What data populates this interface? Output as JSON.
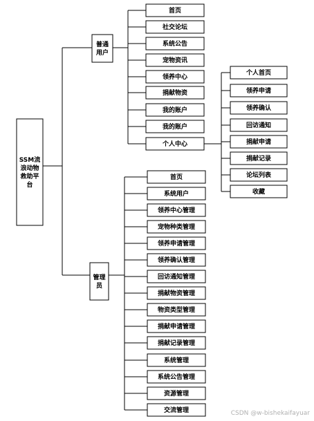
{
  "root": {
    "lines": [
      "SSM流",
      "浪动物",
      "救助平",
      "台"
    ]
  },
  "groups": [
    {
      "label_lines": [
        "普通",
        "用户"
      ],
      "children": [
        "首页",
        "社交论坛",
        "系统公告",
        "宠物资讯",
        "领养中心",
        "捐献物资",
        "我的账户",
        "我的账户",
        "个人中心"
      ]
    },
    {
      "label_lines": [
        "管理",
        "员"
      ],
      "children": [
        "首页",
        "系统用户",
        "领养中心管理",
        "宠物种类管理",
        "领养申请管理",
        "领养确认管理",
        "回访通知管理",
        "捐献物资管理",
        "物资类型管理",
        "捐献申请管理",
        "捐献记录管理",
        "系统管理",
        "系统公告管理",
        "资源管理",
        "交流管理"
      ]
    }
  ],
  "personal_center_children": [
    "个人首页",
    "领养申请",
    "领养确认",
    "回访通知",
    "捐献申请",
    "捐献记录",
    "论坛列表",
    "收藏"
  ],
  "watermark": "CSDN @w-bishekaifayuar"
}
